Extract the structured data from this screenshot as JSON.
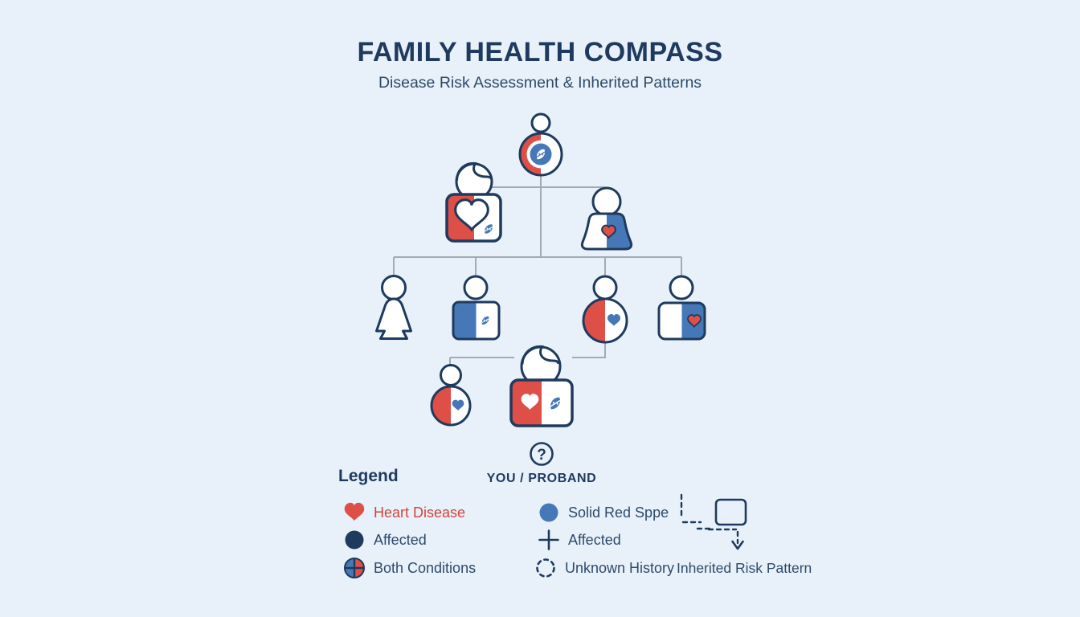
{
  "title": "FAMILY HEALTH COMPASS",
  "subtitle": "Disease Risk Assessment & Inherited Patterns",
  "proband": {
    "mark": "?",
    "label": "YOU / PROBAND"
  },
  "colors": {
    "background": "#e8f1f9",
    "navy": "#1e3a5c",
    "red": "#dd4f47",
    "blue": "#4678b8",
    "line": "#a2abb5",
    "text_primary": "#1e3a5f",
    "text_secondary": "#2d4a6b",
    "red_text": "#cd453e"
  },
  "legend": {
    "heading": "Legend",
    "columns": [
      {
        "items": [
          {
            "icon": "heart-icon",
            "label": "Heart Disease"
          },
          {
            "icon": "affected-circle-icon",
            "label": "Affected"
          },
          {
            "icon": "both-conditions-icon",
            "label": "Both Conditions"
          }
        ]
      },
      {
        "items": [
          {
            "icon": "solid-circle-icon",
            "label": "Solid Red Sppe"
          },
          {
            "icon": "plus-icon",
            "label": "Affected"
          },
          {
            "icon": "unknown-history-icon",
            "label": "Unknown History"
          }
        ]
      },
      {
        "items": [
          {
            "icon": "inherited-risk-pattern-icon",
            "label": "Inherited Risk Pattern"
          }
        ]
      }
    ]
  },
  "pedigree": {
    "generations": [
      {
        "label": "generation-1",
        "members": [
          {
            "name": "ancestor",
            "body": "circle",
            "halves": [
              "red",
              "white"
            ],
            "icons": [
              "leaf-in-blue-circle"
            ]
          }
        ]
      },
      {
        "label": "generation-2",
        "members": [
          {
            "name": "father",
            "body": "square",
            "halves": [
              "red",
              "white"
            ],
            "icons": [
              "white-heart-outline",
              "blue-leaf"
            ]
          },
          {
            "name": "mother",
            "body": "gown",
            "halves": [
              "white",
              "blue"
            ],
            "icons": [
              "red-heart"
            ]
          }
        ]
      },
      {
        "label": "generation-3",
        "members": [
          {
            "name": "sibling-1",
            "body": "dress",
            "halves": [
              "white",
              "white"
            ],
            "icons": []
          },
          {
            "name": "sibling-2",
            "body": "square",
            "halves": [
              "blue",
              "white"
            ],
            "icons": [
              "blue-leaf"
            ]
          },
          {
            "name": "sibling-3",
            "body": "circle",
            "halves": [
              "red",
              "white"
            ],
            "icons": [
              "blue-heart"
            ]
          },
          {
            "name": "sibling-4",
            "body": "square",
            "halves": [
              "white",
              "blue"
            ],
            "icons": [
              "red-heart"
            ]
          }
        ]
      },
      {
        "label": "generation-4",
        "members": [
          {
            "name": "sibling-of-proband",
            "body": "circle",
            "halves": [
              "red",
              "white"
            ],
            "icons": [
              "blue-heart"
            ]
          },
          {
            "name": "proband",
            "body": "square",
            "halves": [
              "red",
              "white"
            ],
            "icons": [
              "white-heart",
              "blue-leaf"
            ]
          }
        ]
      }
    ]
  }
}
